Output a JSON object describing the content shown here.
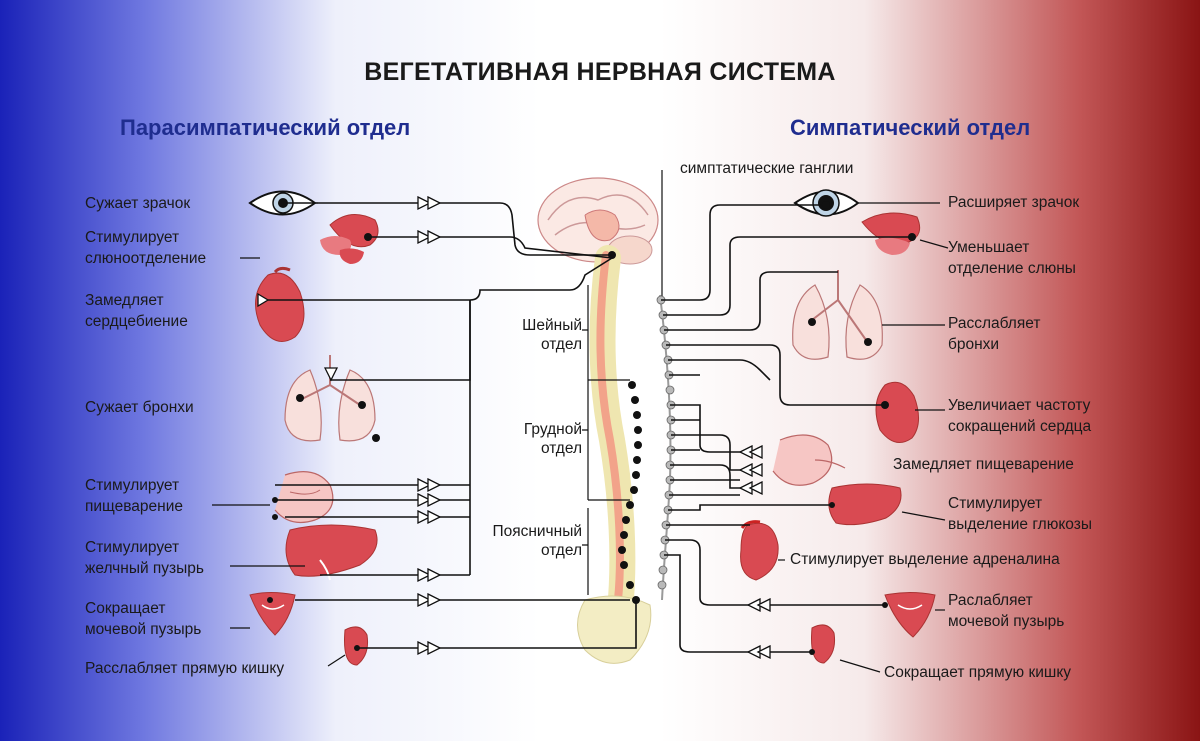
{
  "title": "ВЕГЕТАТИВНАЯ НЕРВНАЯ СИСТЕМА",
  "parasympathetic": {
    "heading": "Парасимпатический отдел",
    "effects": [
      {
        "line1": "Сужает зрачок",
        "line2": ""
      },
      {
        "line1": "Стимулирует",
        "line2": "слюноотделение"
      },
      {
        "line1": "Замедляет",
        "line2": "сердцебиение"
      },
      {
        "line1": "Сужает бронхи",
        "line2": ""
      },
      {
        "line1": "Стимулирует",
        "line2": "пищеварение"
      },
      {
        "line1": "Стимулирует",
        "line2": "желчный пузырь"
      },
      {
        "line1": "Сокращает",
        "line2": "мочевой пузырь"
      },
      {
        "line1": "Расслабляет прямую кишку",
        "line2": ""
      }
    ]
  },
  "sympathetic": {
    "heading": "Симпатический отдел",
    "ganglia_label": "симптатические ганглии",
    "effects": [
      {
        "line1": "Расширяет зрачок",
        "line2": ""
      },
      {
        "line1": "Уменьшает",
        "line2": "отделение слюны"
      },
      {
        "line1": "Расслабляет",
        "line2": "бронхи"
      },
      {
        "line1": "Увеличиает частоту",
        "line2": "сокращений сердца"
      },
      {
        "line1": "Замедляет пищеварение",
        "line2": ""
      },
      {
        "line1": "Стимулирует",
        "line2": "выделение глюкозы"
      },
      {
        "line1": "Стимулирует выделение адреналина",
        "line2": ""
      },
      {
        "line1": "Раслабляет",
        "line2": "мочевой пузырь"
      },
      {
        "line1": "Сокращает прямую кишку",
        "line2": ""
      }
    ]
  },
  "spine_regions": [
    {
      "line1": "Шейный",
      "line2": "отдел"
    },
    {
      "line1": "Грудной",
      "line2": "отдел"
    },
    {
      "line1": "Поясничный",
      "line2": "отдел"
    }
  ],
  "colors": {
    "title": "#1a1a1a",
    "section_heading": "#1f2d8f",
    "organ_red": "#d94a52",
    "spinal_cord": "#f2a38a",
    "vertebrae": "#efe6b0",
    "ganglia": "#b9b9b9",
    "nerve_line": "#111111"
  }
}
